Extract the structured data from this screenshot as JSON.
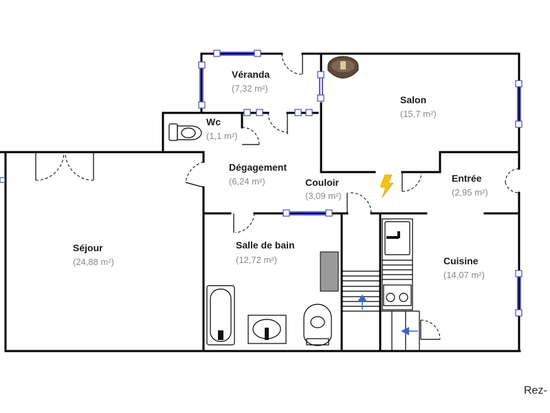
{
  "plan": {
    "level_label": "Rez-",
    "rooms": {
      "veranda": {
        "name": "Véranda",
        "area": "(7,32 m²)"
      },
      "salon": {
        "name": "Salon",
        "area": "(15,7 m²)"
      },
      "wc": {
        "name": "Wc",
        "area": "(1,1 m²)"
      },
      "degagement": {
        "name": "Dégagement",
        "area": "(6,24 m²)"
      },
      "couloir": {
        "name": "Couloir",
        "area": "(3,09 m²)"
      },
      "entree": {
        "name": "Entrée",
        "area": "(2,95 m²)"
      },
      "sejour": {
        "name": "Séjour",
        "area": "(24,88 m²)"
      },
      "salle_de_bain": {
        "name": "Salle de bain",
        "area": "(12,72 m²)"
      },
      "cuisine": {
        "name": "Cuisine",
        "area": "(14,07 m²)"
      }
    },
    "symbols": {
      "electric_panel": "lightning-bolt-icon",
      "boiler": "boiler-icon",
      "stairs_arrow": "arrow-up-icon",
      "stairs_arrow_2": "arrow-left-icon"
    },
    "colors": {
      "wall": "#000000",
      "window": "#5a5ad6",
      "area_text": "#8a8a8a",
      "bolt": "#f2c318",
      "boiler": "#5e4a3a"
    }
  }
}
